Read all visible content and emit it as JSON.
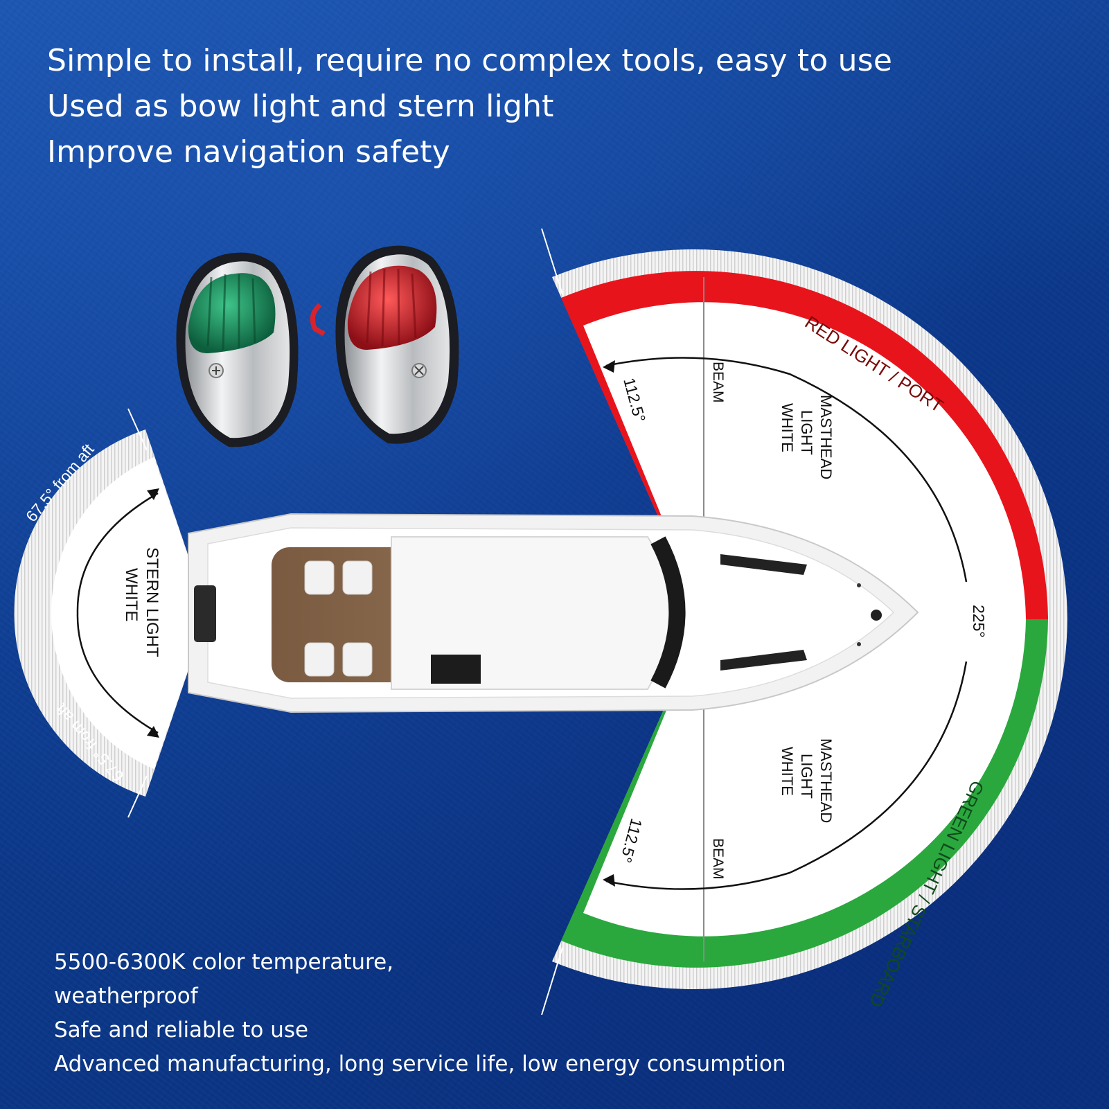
{
  "headline": [
    "Simple to install, require no complex tools, easy to use",
    "Used as bow light and stern light",
    "Improve navigation safety"
  ],
  "footer": [
    "5500-6300K color temperature,",
    "weatherproof",
    "Safe and reliable to use",
    "Advanced manufacturing, long service life, low energy consumption"
  ],
  "diagram": {
    "red_label": "RED LIGHT / PORT",
    "green_label": "GREEN LIGHT / STARBOARD",
    "masthead_line1": "MASTHEAD",
    "masthead_line2": "LIGHT",
    "masthead_line3": "WHITE",
    "beam_label": "BEAM",
    "angle_112": "112.5°",
    "angle_225": "225°",
    "stern_line1": "STERN LIGHT",
    "stern_line2": "WHITE",
    "aft_label": "67.5° from aft"
  },
  "colors": {
    "background": "#0d3f94",
    "red": "#e8141c",
    "green": "#2aa83e",
    "white": "#ffffff",
    "hull": "#f2f2f2",
    "deck": "#8a6a4e",
    "green_lens": "#1a8a5a",
    "red_lens": "#c8202a",
    "chrome": "#c9cbcd"
  },
  "icons": [
    "green-navigation-light-icon",
    "red-navigation-light-icon",
    "yacht-icon"
  ]
}
